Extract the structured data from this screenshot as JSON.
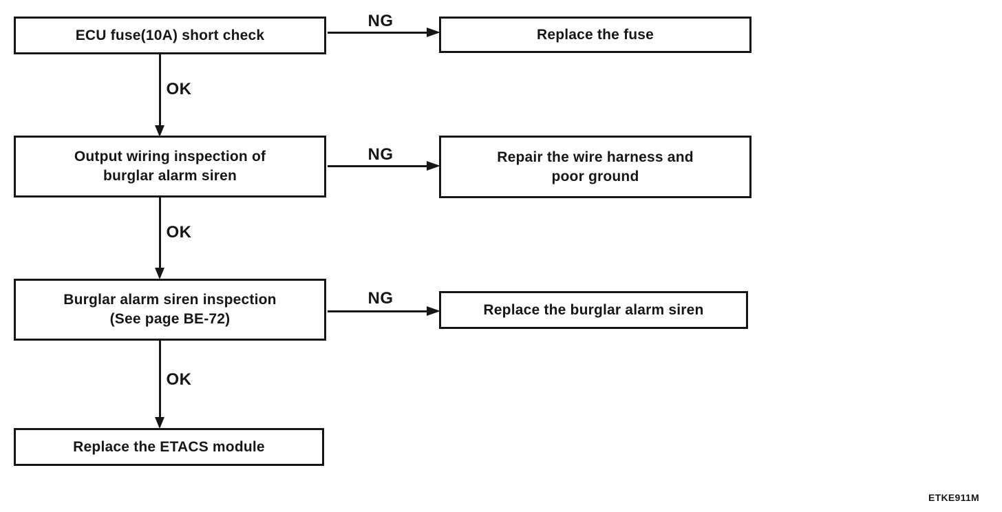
{
  "flowchart": {
    "colors": {
      "ink": "#161616",
      "background": "#ffffff"
    },
    "figure_code": "ETKE911M",
    "steps": {
      "step1": {
        "line1": "ECU fuse(10A) short check"
      },
      "step2": {
        "line1": "Output wiring inspection of",
        "line2": "burglar alarm siren"
      },
      "step3": {
        "line1": "Burglar alarm siren inspection",
        "line2": "(See page BE-72)"
      },
      "step4": {
        "line1": "Replace the ETACS module"
      }
    },
    "actions": {
      "action1": {
        "line1": "Replace the fuse"
      },
      "action2": {
        "line1": "Repair the wire harness and",
        "line2": "poor ground"
      },
      "action3": {
        "line1": "Replace the burglar alarm siren"
      }
    },
    "edges": [
      {
        "from": "step1",
        "to": "action1",
        "label": "NG"
      },
      {
        "from": "step1",
        "to": "step2",
        "label": "OK"
      },
      {
        "from": "step2",
        "to": "action2",
        "label": "NG"
      },
      {
        "from": "step2",
        "to": "step3",
        "label": "OK"
      },
      {
        "from": "step3",
        "to": "action3",
        "label": "NG"
      },
      {
        "from": "step3",
        "to": "step4",
        "label": "OK"
      }
    ]
  }
}
